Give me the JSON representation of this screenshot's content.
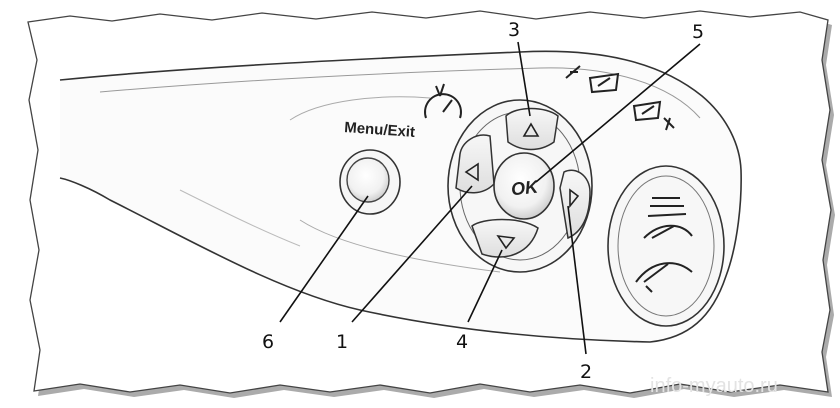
{
  "controls": {
    "menu_exit_label": "Menu/Exit",
    "ok_label": "OK"
  },
  "callouts": {
    "left_button": "1",
    "right_button": "2",
    "up_button": "3",
    "down_button": "4",
    "ok_button": "5",
    "menu_exit_button": "6"
  },
  "watermark": "info-myauto.ru",
  "icons": {
    "cruise": "speedometer-icon",
    "wiper_on": "wiper-on-icon",
    "wiper_off": "wiper-off-icon",
    "washer_front": "windshield-washer-front-icon",
    "washer_rear": "windshield-washer-rear-icon",
    "up_arrow": "up-arrow-icon",
    "down_arrow": "down-arrow-icon",
    "left_arrow": "left-arrow-icon",
    "right_arrow": "right-arrow-icon"
  },
  "colors": {
    "outline": "#333333",
    "frame_shadow": "#555555",
    "watermark": "#e3e3e3"
  }
}
